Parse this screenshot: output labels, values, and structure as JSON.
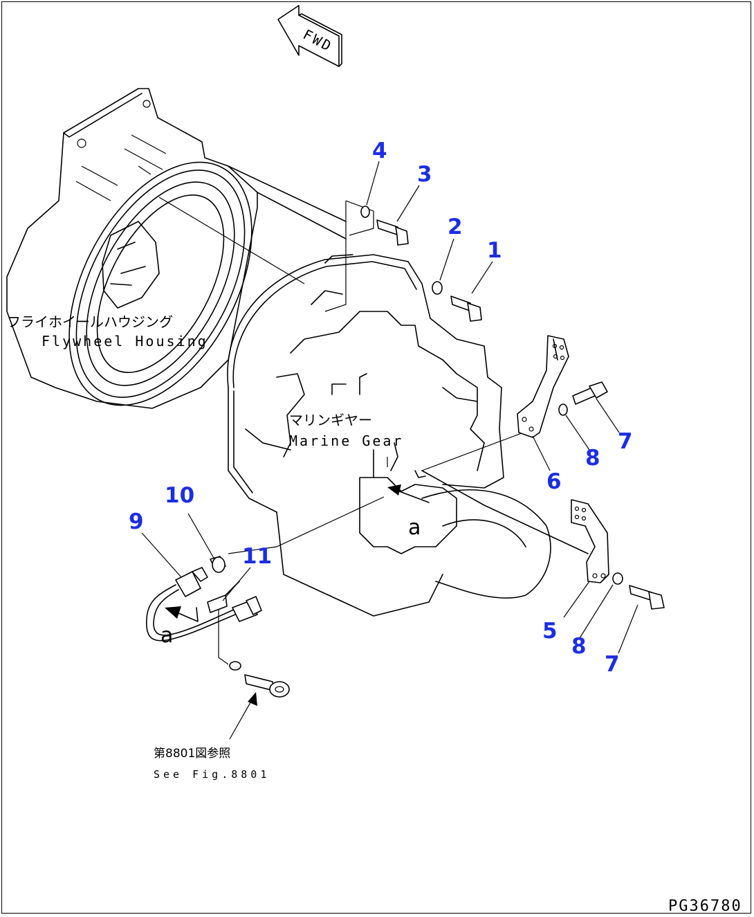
{
  "fwd_label": "FWD",
  "labels": {
    "flywheel_jp": "フライホイールハウジング",
    "flywheel_en": "Flywheel Housing",
    "marine_jp": "マリンギヤー",
    "marine_en": "Marine Gear",
    "ref_jp": "第8801図参照",
    "ref_en": "See Fig.8801",
    "arrow_a1": "a",
    "arrow_a2": "a",
    "drawing_code": "PG36780"
  },
  "callouts": [
    {
      "id": "callout-1",
      "text": "1"
    },
    {
      "id": "callout-2",
      "text": "2"
    },
    {
      "id": "callout-3",
      "text": "3"
    },
    {
      "id": "callout-4",
      "text": "4"
    },
    {
      "id": "callout-5",
      "text": "5"
    },
    {
      "id": "callout-6",
      "text": "6"
    },
    {
      "id": "callout-7a",
      "text": "7"
    },
    {
      "id": "callout-7b",
      "text": "7"
    },
    {
      "id": "callout-8a",
      "text": "8"
    },
    {
      "id": "callout-8b",
      "text": "8"
    },
    {
      "id": "callout-9",
      "text": "9"
    },
    {
      "id": "callout-10",
      "text": "10"
    },
    {
      "id": "callout-11",
      "text": "11"
    }
  ],
  "colors": {
    "callout": "#1a2ee8",
    "line": "#000000"
  }
}
